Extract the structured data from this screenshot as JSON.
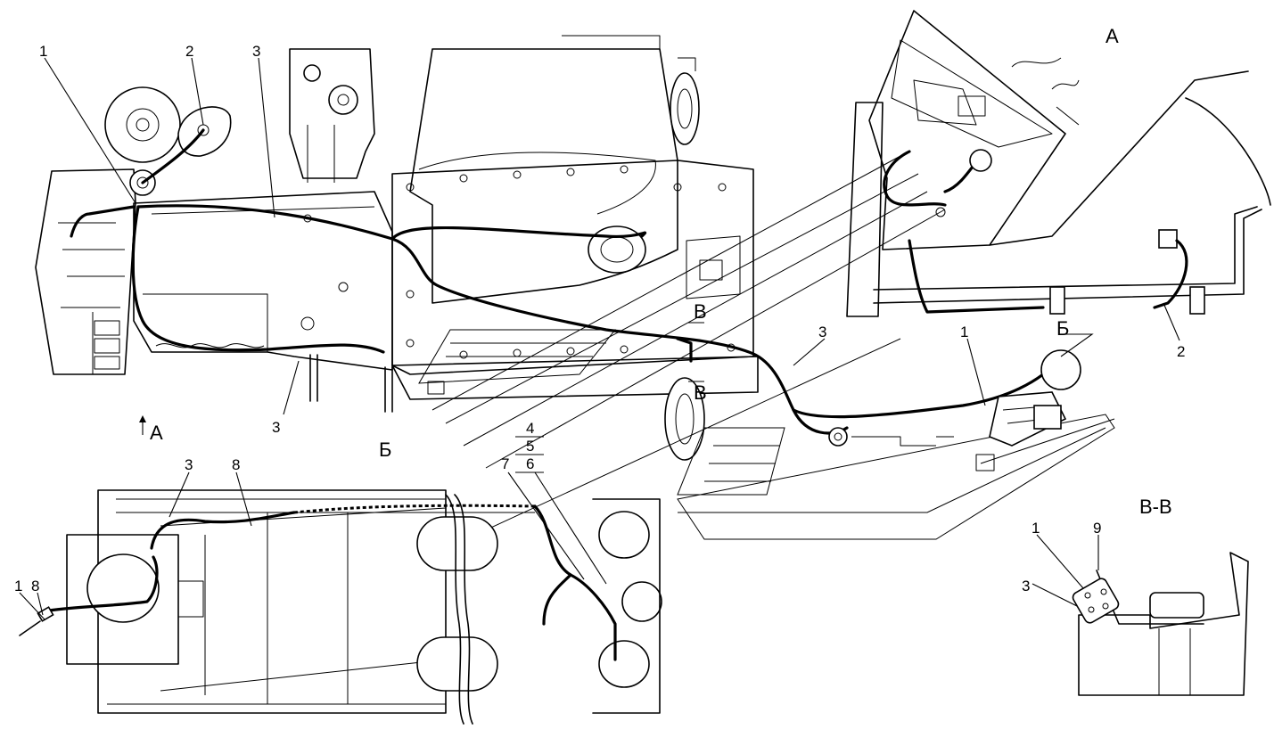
{
  "diagram": {
    "callouts": [
      {
        "id": "c1",
        "text": "1"
      },
      {
        "id": "c2",
        "text": "2"
      },
      {
        "id": "c3",
        "text": "3"
      },
      {
        "id": "c3b",
        "text": "3"
      },
      {
        "id": "c3c",
        "text": "3"
      },
      {
        "id": "c1r",
        "text": "1"
      },
      {
        "id": "c2r",
        "text": "2"
      },
      {
        "id": "c3b1",
        "text": "3"
      },
      {
        "id": "c8",
        "text": "8"
      },
      {
        "id": "c1b",
        "text": "1"
      },
      {
        "id": "c8b",
        "text": "8"
      },
      {
        "id": "c4",
        "text": "4"
      },
      {
        "id": "c5",
        "text": "5"
      },
      {
        "id": "c7",
        "text": "7"
      },
      {
        "id": "c6",
        "text": "6"
      },
      {
        "id": "c1vv",
        "text": "1"
      },
      {
        "id": "c9",
        "text": "9"
      },
      {
        "id": "c3vv",
        "text": "3"
      }
    ],
    "views": {
      "view_a": "А",
      "view_a_arrow": "А",
      "view_b": "Б",
      "view_b_callout": "Б",
      "view_v_top": "В",
      "view_v_bottom": "В",
      "section_vv": "В-В"
    }
  }
}
